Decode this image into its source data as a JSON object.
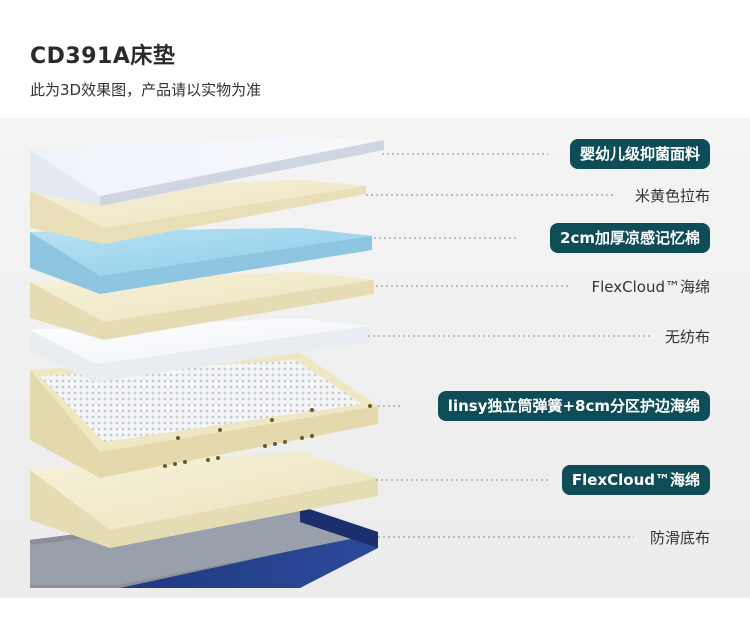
{
  "header": {
    "title": "CD391A床垫",
    "subtitle": "此为3D效果图，产品请以实物为准"
  },
  "layers": [
    {
      "label": "婴幼儿级抑菌面料",
      "style": "pill"
    },
    {
      "label": "米黄色拉布",
      "style": "plain"
    },
    {
      "label": "2cm加厚凉感记忆棉",
      "style": "pill"
    },
    {
      "label": "FlexCloud™海绵",
      "style": "plain"
    },
    {
      "label": "无纺布",
      "style": "plain"
    },
    {
      "label": "linsy独立筒弹簧+8cm分区护边海绵",
      "style": "pill"
    },
    {
      "label": "FlexCloud™海绵",
      "style": "pill"
    },
    {
      "label": "防滑底布",
      "style": "plain"
    }
  ],
  "colors": {
    "pill_background": "#0e4d57",
    "cream": "#f1ebcd",
    "memory_foam_blue": "#a8d8ee",
    "base_navy": "#1e3a82"
  }
}
